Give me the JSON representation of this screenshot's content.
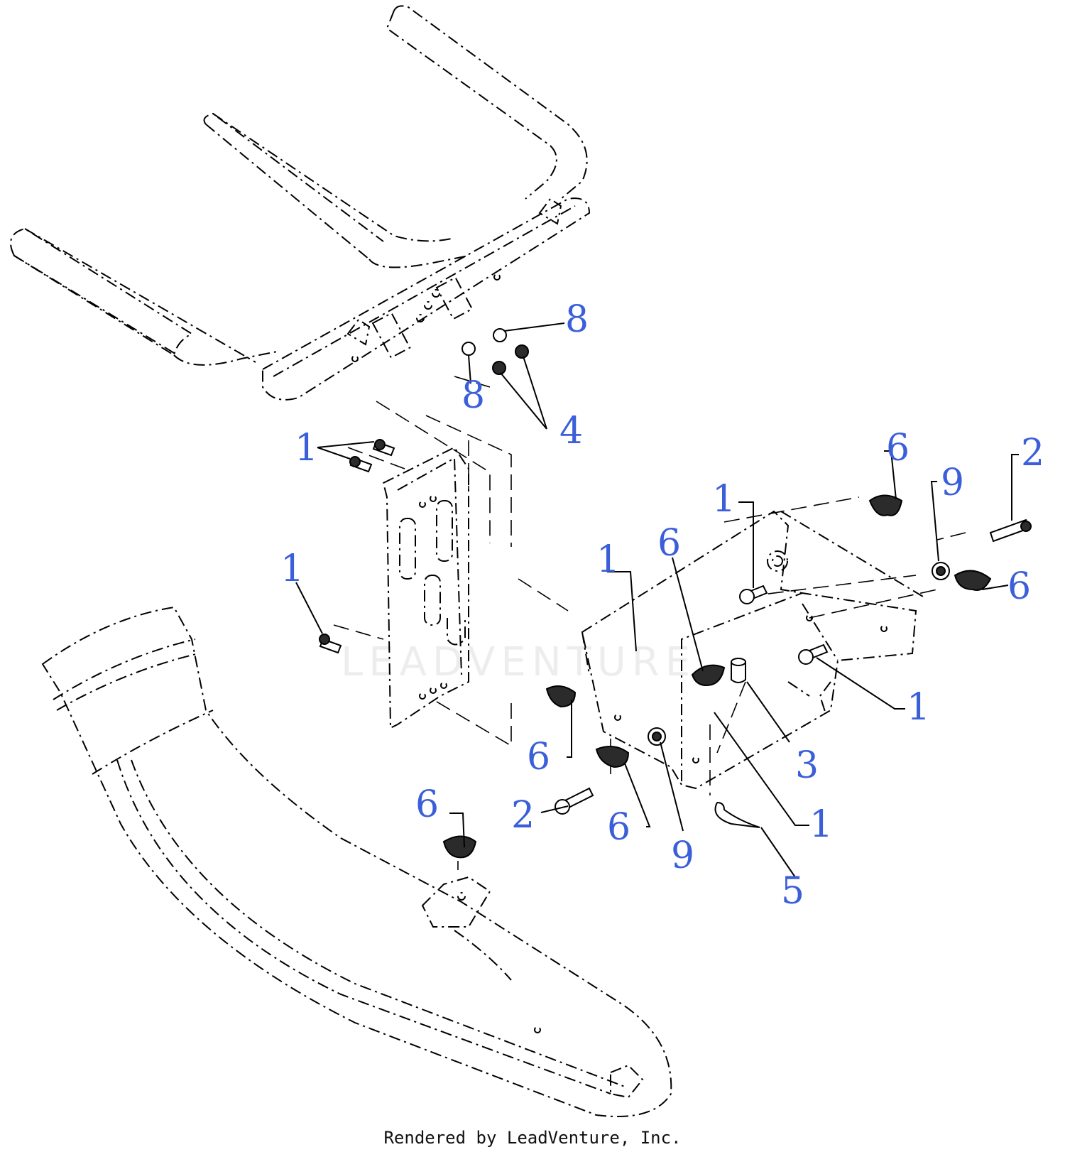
{
  "callouts": [
    "8",
    "8",
    "4",
    "1",
    "1",
    "1",
    "1",
    "1",
    "1",
    "6",
    "6",
    "6",
    "6",
    "6",
    "2",
    "2",
    "9",
    "9",
    "3",
    "5"
  ],
  "footer": "Rendered by LeadVenture, Inc.",
  "watermark": "LEADVENTURE",
  "colors": {
    "callout": "#3b5fd9",
    "line": "#000000"
  }
}
